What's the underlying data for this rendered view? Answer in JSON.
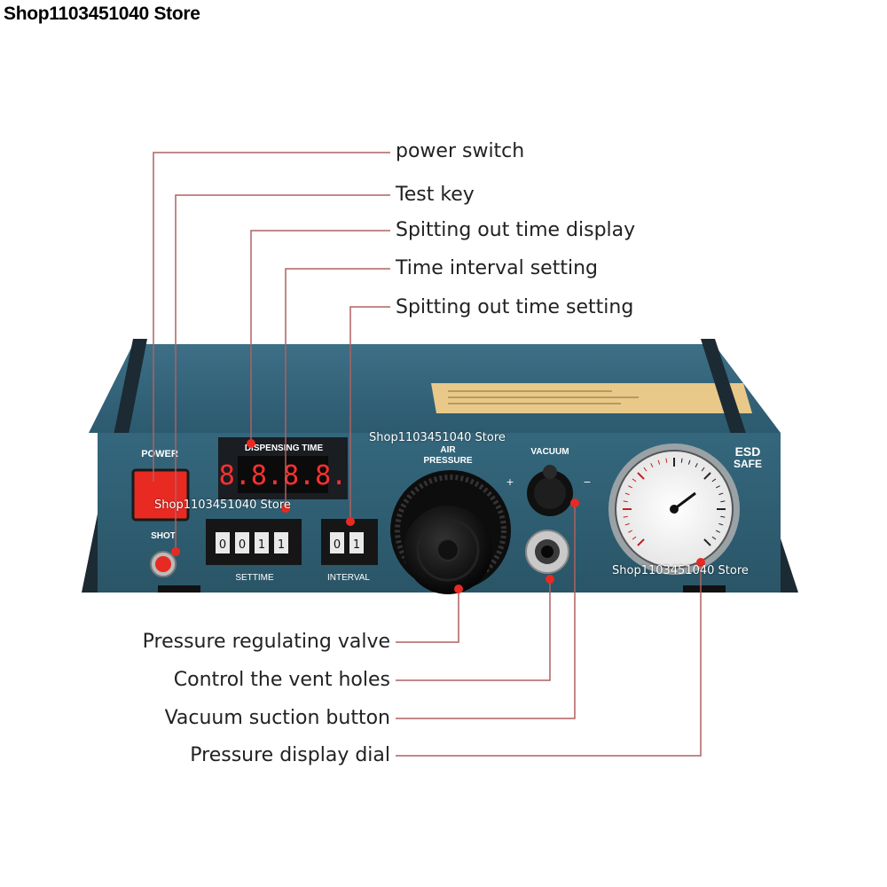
{
  "store_name": "Shop1103451040 Store",
  "watermarks": [
    "Shop1103451040 Store",
    "Shop1103451040 Store",
    "Shop1103451040 Store"
  ],
  "colors": {
    "panel": "#2d5a6e",
    "panel_dark": "#234858",
    "leader_line": "#b06060",
    "power_button": "#e82a22",
    "label_sticker": "#e8c98a"
  },
  "callouts_top": [
    "power switch",
    "Test key",
    "Spitting out time display",
    "Time interval setting",
    "Spitting out time setting"
  ],
  "callouts_bottom": [
    "Pressure regulating valve",
    "Control the vent holes",
    "Vacuum suction button",
    "Pressure display dial"
  ],
  "device": {
    "power_label": "POWER",
    "shot_label": "SHOT",
    "dispensing_time_label": "DISPENSING TIME",
    "display_value": "8.8.8.8.",
    "settime_label": "SETTIME",
    "settime_digits": [
      "0",
      "0",
      "1",
      "1"
    ],
    "interval_label": "INTERVAL",
    "interval_digits": [
      "0",
      "1"
    ],
    "air_label": "AIR",
    "pressure_label": "PRESSURE",
    "vacuum_label": "VACUUM",
    "plus": "+",
    "minus": "−",
    "esd_label": "ESD",
    "safe_label": "SAFE"
  }
}
